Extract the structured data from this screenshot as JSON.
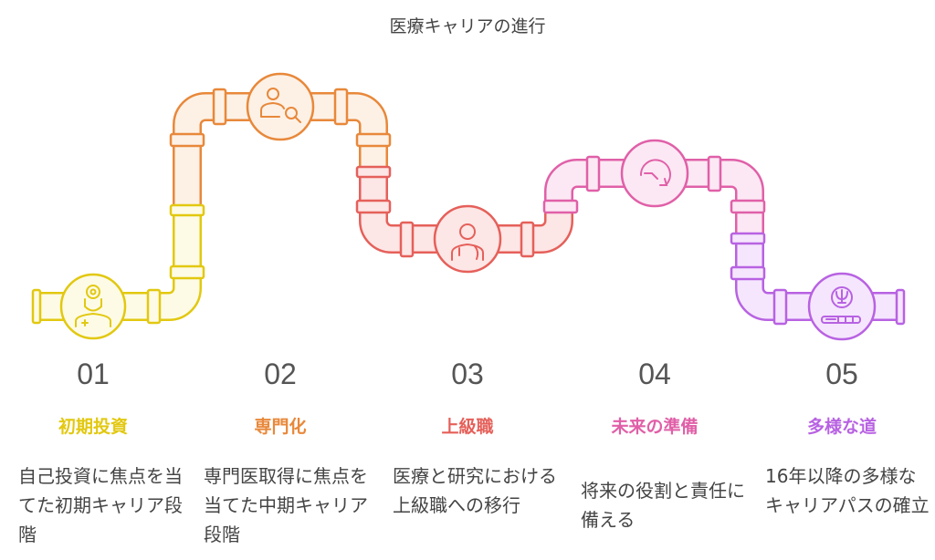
{
  "title": "医療キャリアの進行",
  "colors": {
    "yellow": "#e2c810",
    "orange": "#e8883a",
    "red": "#e5605a",
    "pink": "#e060a8",
    "purple": "#b862e2"
  },
  "steps": [
    {
      "number": "01",
      "title": "初期投資",
      "description": "自己投資に焦点を当てた初期キャリア段階",
      "icon": "doctor-head-mirror-icon"
    },
    {
      "number": "02",
      "title": "専門化",
      "description": "専門医取得に焦点を当てた中期キャリア段階",
      "icon": "doctor-search-icon"
    },
    {
      "number": "03",
      "title": "上級職",
      "description": "医療と研究における上級職への移行",
      "icon": "doctor-stethoscope-icon"
    },
    {
      "number": "04",
      "title": "未来の準備",
      "description": "将来の役割と責任に備える",
      "icon": "rotate-arrow-icon"
    },
    {
      "number": "05",
      "title": "多様な道",
      "description": "16年以降の多様なキャリアパスの確立",
      "icon": "psychology-symbol-icon"
    }
  ]
}
